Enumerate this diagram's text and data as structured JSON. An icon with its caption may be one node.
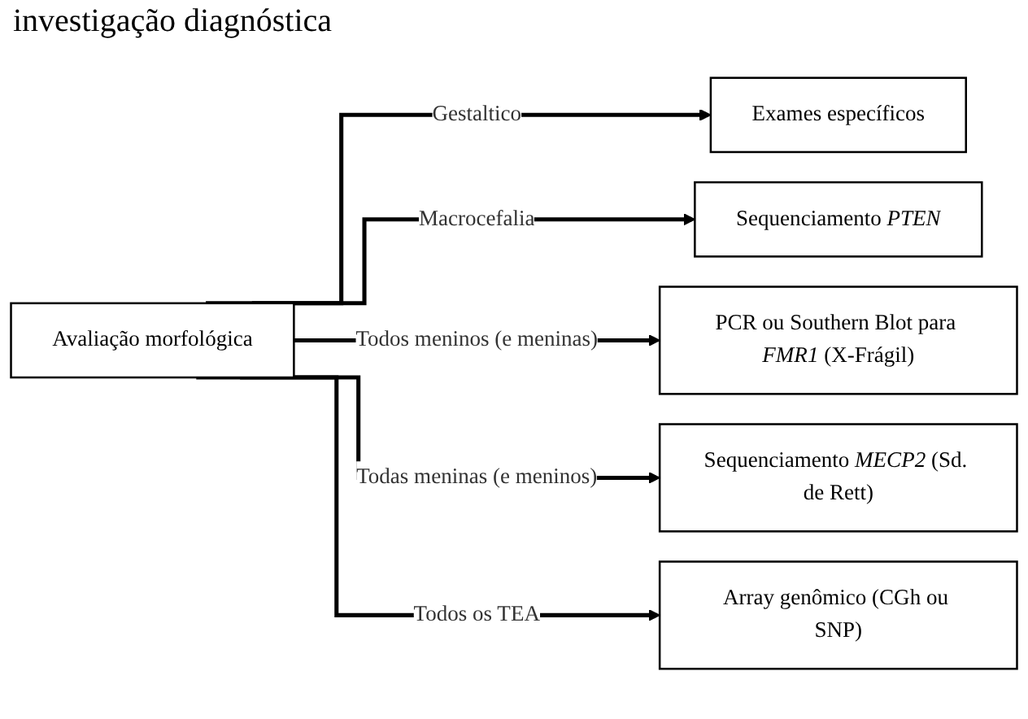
{
  "diagram": {
    "title": "investigação diagnóstica",
    "nodes": [
      {
        "text": [
          "Avaliação morfológica"
        ]
      },
      {
        "text": [
          "Exames específicos"
        ]
      },
      {
        "text": [
          "Sequenciamento *PTEN*"
        ]
      },
      {
        "text": [
          "PCR ou Southern Blot para *FMR1* (X-Frágil)"
        ]
      },
      {
        "text": [
          "Sequenciamento *MECP2* (Sd. de Rett)"
        ]
      },
      {
        "text": [
          "Array genômico (CGh ou SNP)"
        ]
      }
    ],
    "edges": [
      {
        "from": 0,
        "to": 1,
        "arrow": "to",
        "label": "Gestaltico"
      },
      {
        "from": 0,
        "to": 2,
        "arrow": "to",
        "label": "Macrocefalia"
      },
      {
        "from": 0,
        "to": 3,
        "arrow": "to",
        "label": "Todos meninos (e meninas)"
      },
      {
        "from": 0,
        "to": 4,
        "arrow": "to",
        "label": "Todas meninas (e meninos)"
      },
      {
        "from": 0,
        "to": 5,
        "arrow": "to",
        "label": "Todos os TEA"
      }
    ]
  }
}
